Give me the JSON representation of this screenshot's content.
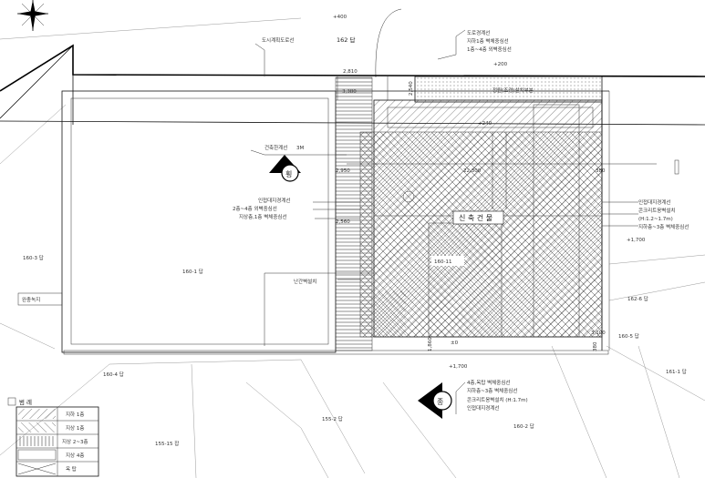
{
  "lots": {
    "top": "162 답",
    "left": "160-3 답",
    "main": "160-1 답",
    "center": "160-11",
    "right": "162-6 답",
    "right2": "160-5 답",
    "far_right": "161-1 답",
    "bottom_left": "160-4 답",
    "bottom_mid": "155-2 답",
    "bottom_right": "160-2 답",
    "bottom_legend_side": "155-15 잡",
    "green_zone": "완충녹지"
  },
  "annotations": {
    "road_plan_line": "도시계획도로선",
    "building_line": "건축한계선",
    "building_line_dist": "3M",
    "road_boundary": "도로경계선",
    "underground_wall_line": "지하1층 벽체중심선",
    "floor1_4_wall_line": "1층~4층 외벽중심선",
    "elev_200": "+200",
    "elev_400": "+400",
    "elev_240": "+240",
    "elev_1700_right": "+1,700",
    "elev_1700_bottom": "+1,700",
    "elev_0": "±0",
    "site_boundary_left": "인접대지경계선",
    "floor2_4_center_left": "2층~4층 외벽중심선",
    "under_1f_wall_left": "지상층,1층 벽체중심선",
    "railing": "난간벽설치",
    "new_building": "신 축 건 물",
    "site_boundary_right": "인접대지경계선",
    "concrete_wall_right": "콘크리트옹벽설치",
    "concrete_wall_height": "(H:1.2~1.7m)",
    "under_1_3_wall_right": "지하층~3층 벽체중심선",
    "bottom_floor4_wall": "4층,옥탑 벽체중심선",
    "bottom_under_3_wall": "지하층~3층 벽체중심선",
    "bottom_concrete_wall": "콘크리트옹벽설치 (H:1.7m)",
    "bottom_site_boundary": "인접대지경계선",
    "strip_label": "정원(조경)설치부분"
  },
  "dimensions": {
    "d3380": "3,380",
    "d2950": "2,950",
    "d2560": "2,560",
    "d22300": "22,300",
    "d380": "380",
    "d3100": "3,100",
    "d1860": "1,860",
    "d380b": "380",
    "d2540": "2,540",
    "dim_top_small": "2,810"
  },
  "section_marks": {
    "horizontal": "횡",
    "vertical": "종"
  },
  "legend": {
    "title": "범 례",
    "items": [
      {
        "label": "지하 1층"
      },
      {
        "label": "지상 1층"
      },
      {
        "label": "지상 2~3층"
      },
      {
        "label": "지상 4층"
      },
      {
        "label": "옥 탑"
      }
    ]
  },
  "colors": {
    "line": "#111111",
    "paper": "#ffffff"
  }
}
